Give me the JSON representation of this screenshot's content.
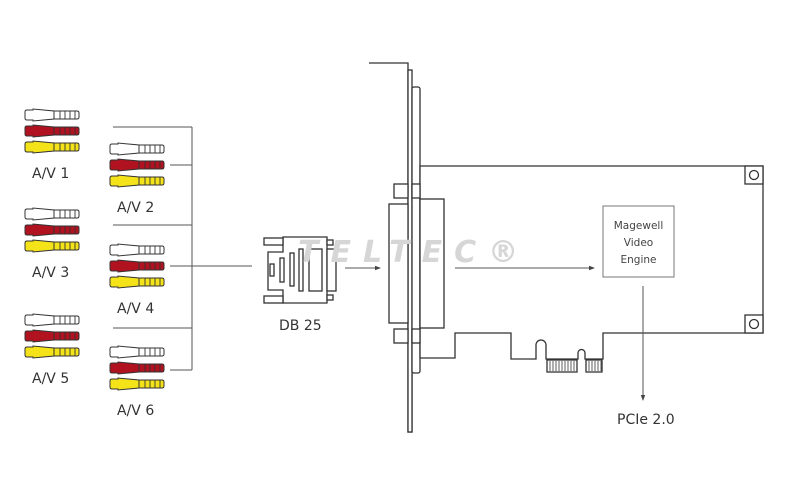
{
  "watermark": "TELTEC®",
  "colors": {
    "white_plug": "#ffffff",
    "red_plug": "#b0121f",
    "yellow_plug": "#f5e31a",
    "outline": "#333333"
  },
  "av_groups": [
    {
      "label": "A/V 1"
    },
    {
      "label": "A/V 2"
    },
    {
      "label": "A/V 3"
    },
    {
      "label": "A/V 4"
    },
    {
      "label": "A/V 5"
    },
    {
      "label": "A/V 6"
    }
  ],
  "connector_label": "DB 25",
  "engine": {
    "line1": "Magewell",
    "line2": "Video",
    "line3": "Engine"
  },
  "bus_label": "PCIe 2.0"
}
